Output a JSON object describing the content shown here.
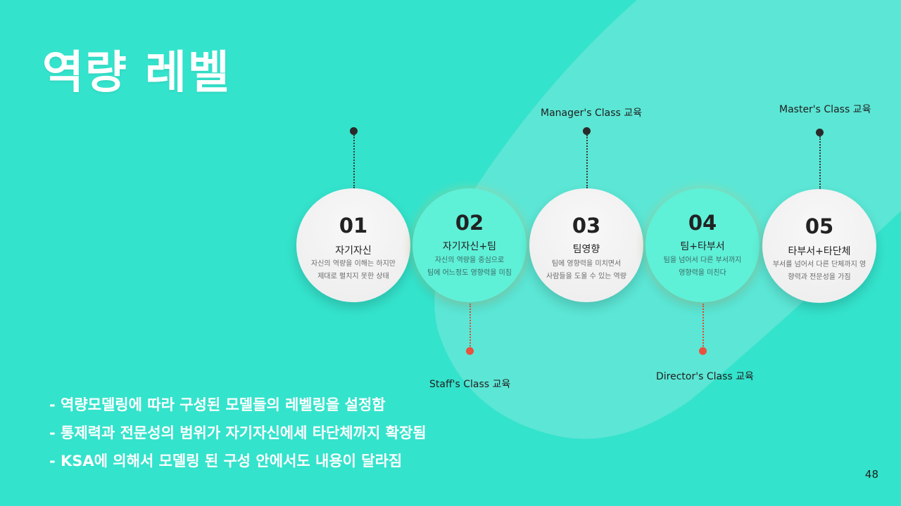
{
  "title": "역량 레벨",
  "levels": [
    {
      "num": "01",
      "title": "자기자신",
      "desc1": "자신의 역량을 이해는 하지만",
      "desc2": "제대로 펼치지 못한 상태"
    },
    {
      "num": "02",
      "title": "자기자신+팀",
      "desc1": "자신의 역량을 중심으로",
      "desc2": "팀에 어느정도 영향력을 미침"
    },
    {
      "num": "03",
      "title": "팀영향",
      "desc1": "팀에 영향력을 미치면서",
      "desc2": "사람들을 도울 수 있는 역량"
    },
    {
      "num": "04",
      "title": "팀+타부서",
      "desc1": "팀을 넘어서 다른 부서까지",
      "desc2": "영향력을 미친다"
    },
    {
      "num": "05",
      "title": "타부서+타단체",
      "desc1": "부서를 넘어서 다른 단체까지 영",
      "desc2": "향력과 전문성을 가짐"
    }
  ],
  "classes": {
    "manager": "Manager's Class 교육",
    "master": "Master's Class 교육",
    "staff": "Staff's Class 교육",
    "director": "Director's Class 교육"
  },
  "bullets": [
    "- 역량모델링에 따라 구성된 모델들의 레벨링을 설정함",
    "- 통제력과 전문성의 범위가 자기자신에세 타단체까지 확장됨",
    "- KSA에 의해서 모델링 된 구성 안에서도 내용이 달라짐"
  ],
  "page_number": "48",
  "colors": {
    "background": "#34e3cc",
    "accent_mint": "#5ff0d8",
    "dot_red": "#e8523f"
  }
}
